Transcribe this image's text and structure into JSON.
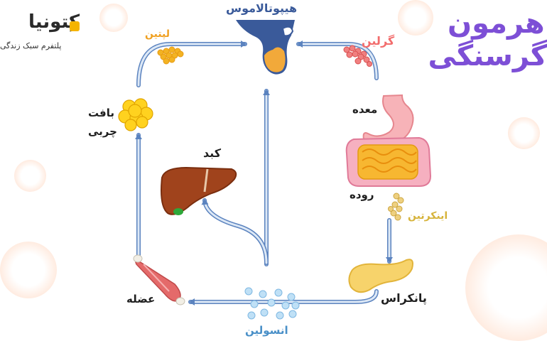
{
  "brand": {
    "name": "کِتونیا",
    "tagline": "پلتفرم سبک زندگی",
    "accent": "#f5b400"
  },
  "title": {
    "line1": "هرمون",
    "line2": "گرسنگی",
    "color": "#7d4fd6"
  },
  "labels": {
    "hypothalamus": "هیپوتالاموس",
    "leptin": "لپتین",
    "ghrelin": "گرلین",
    "stomach": "معده",
    "intestine": "روده",
    "incretin": "اینکرتین",
    "pancreas": "پانکراس",
    "insulin": "انسولین",
    "muscle": "عضله",
    "fat_line1": "بافت",
    "fat_line2": "چربی",
    "liver": "کبد"
  },
  "colors": {
    "hypothalamus": "#3a5a9a",
    "leptin": "#f0a020",
    "ghrelin": "#f26c6c",
    "incretin": "#d6b33a",
    "insulin": "#4a90c8",
    "arrow": "#5b83bf",
    "text": "#1f1f1f"
  },
  "icons": [
    "hypothalamus-icon",
    "fat-cell-icon",
    "stomach-icon",
    "intestine-icon",
    "pancreas-icon",
    "liver-icon",
    "muscle-icon",
    "insulin-dots-icon"
  ]
}
